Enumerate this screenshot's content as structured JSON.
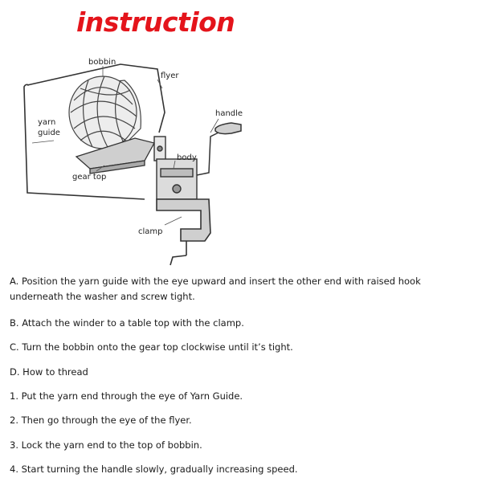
{
  "title": "instruction",
  "diagram": {
    "labels": {
      "bobbin": "bobbin",
      "flyer": "flyer",
      "handle": "handle",
      "yarn_guide_line1": "yarn",
      "yarn_guide_line2": "guide",
      "body": "body",
      "gear_top": "gear top",
      "clamp": "clamp"
    }
  },
  "steps": [
    {
      "text": "A. Position the yarn guide with the eye upward and insert the other end with raised hook"
    },
    {
      "text": "underneath the washer and screw tight."
    },
    {
      "text": "B. Attach the winder to a table top with the clamp."
    },
    {
      "text": "C. Turn the bobbin onto the gear top clockwise until it’s tight."
    },
    {
      "text": "D. How to thread"
    },
    {
      "text": "1. Put the yarn end through the eye of Yarn Guide."
    },
    {
      "text": "2. Then go through the eye of the flyer."
    },
    {
      "text": "3. Lock the yarn end to the top of bobbin."
    },
    {
      "text": "4. Start turning the handle slowly, gradually increasing speed."
    }
  ]
}
